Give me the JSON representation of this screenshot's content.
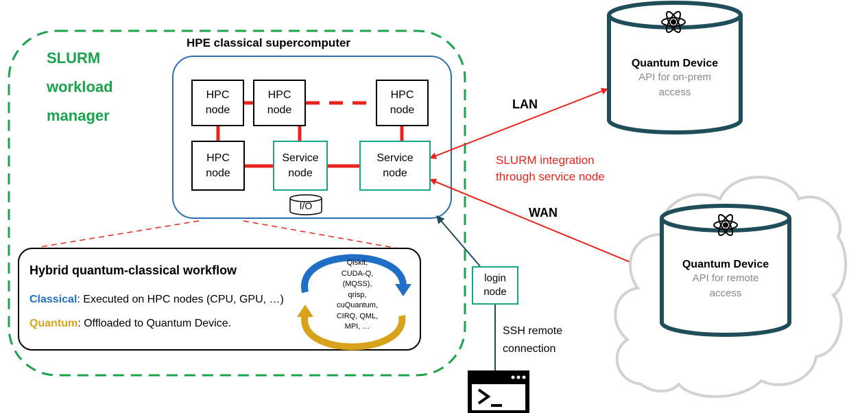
{
  "slurm": {
    "line1": "SLURM",
    "line2": "workload",
    "line3": "manager"
  },
  "supercomputer": {
    "title": "HPE classical supercomputer"
  },
  "nodes": {
    "hpc1": [
      "HPC",
      "node"
    ],
    "hpc2": [
      "HPC",
      "node"
    ],
    "hpc3": [
      "HPC",
      "node"
    ],
    "hpc4": [
      "HPC",
      "node"
    ],
    "service1": [
      "Service",
      "node"
    ],
    "service2": [
      "Service",
      "node"
    ],
    "io": "I/O",
    "login": [
      "login",
      "node"
    ]
  },
  "links": {
    "lan": "LAN",
    "wan": "WAN",
    "integration": [
      "SLURM integration",
      "through service node"
    ],
    "ssh": [
      "SSH remote",
      "connection"
    ]
  },
  "quantum_onprem": {
    "title": "Quantum Device",
    "sub": [
      "API for on-prem",
      "access"
    ]
  },
  "quantum_remote": {
    "title": "Quantum Device",
    "sub": [
      "API for remote",
      "access"
    ]
  },
  "workflow": {
    "title": "Hybrid quantum-classical workflow",
    "classical_label": "Classical",
    "classical_text": ": Executed on HPC nodes (CPU, GPU, …)",
    "quantum_label": "Quantum",
    "quantum_text": ": Offloaded to Quantum Device.",
    "tools": [
      "Qiskit,",
      "CUDA-Q,",
      "(MQSS),",
      "qrisp,",
      "cuQuantum,",
      "CIRQ, QML,",
      "MPI, …"
    ]
  },
  "colors": {
    "slurm_green": "#1aa34a",
    "super_blue": "#2a6db0",
    "service_teal": "#17a589",
    "link_red": "#e8231b",
    "quantum_dark": "#1f4e5a",
    "cloud_grey": "#cfcfcf",
    "classical_blue": "#1f6fc6",
    "quantum_gold": "#d9a21b"
  },
  "icons": [
    "atom-icon",
    "atom-icon",
    "terminal-icon",
    "database-icon"
  ]
}
